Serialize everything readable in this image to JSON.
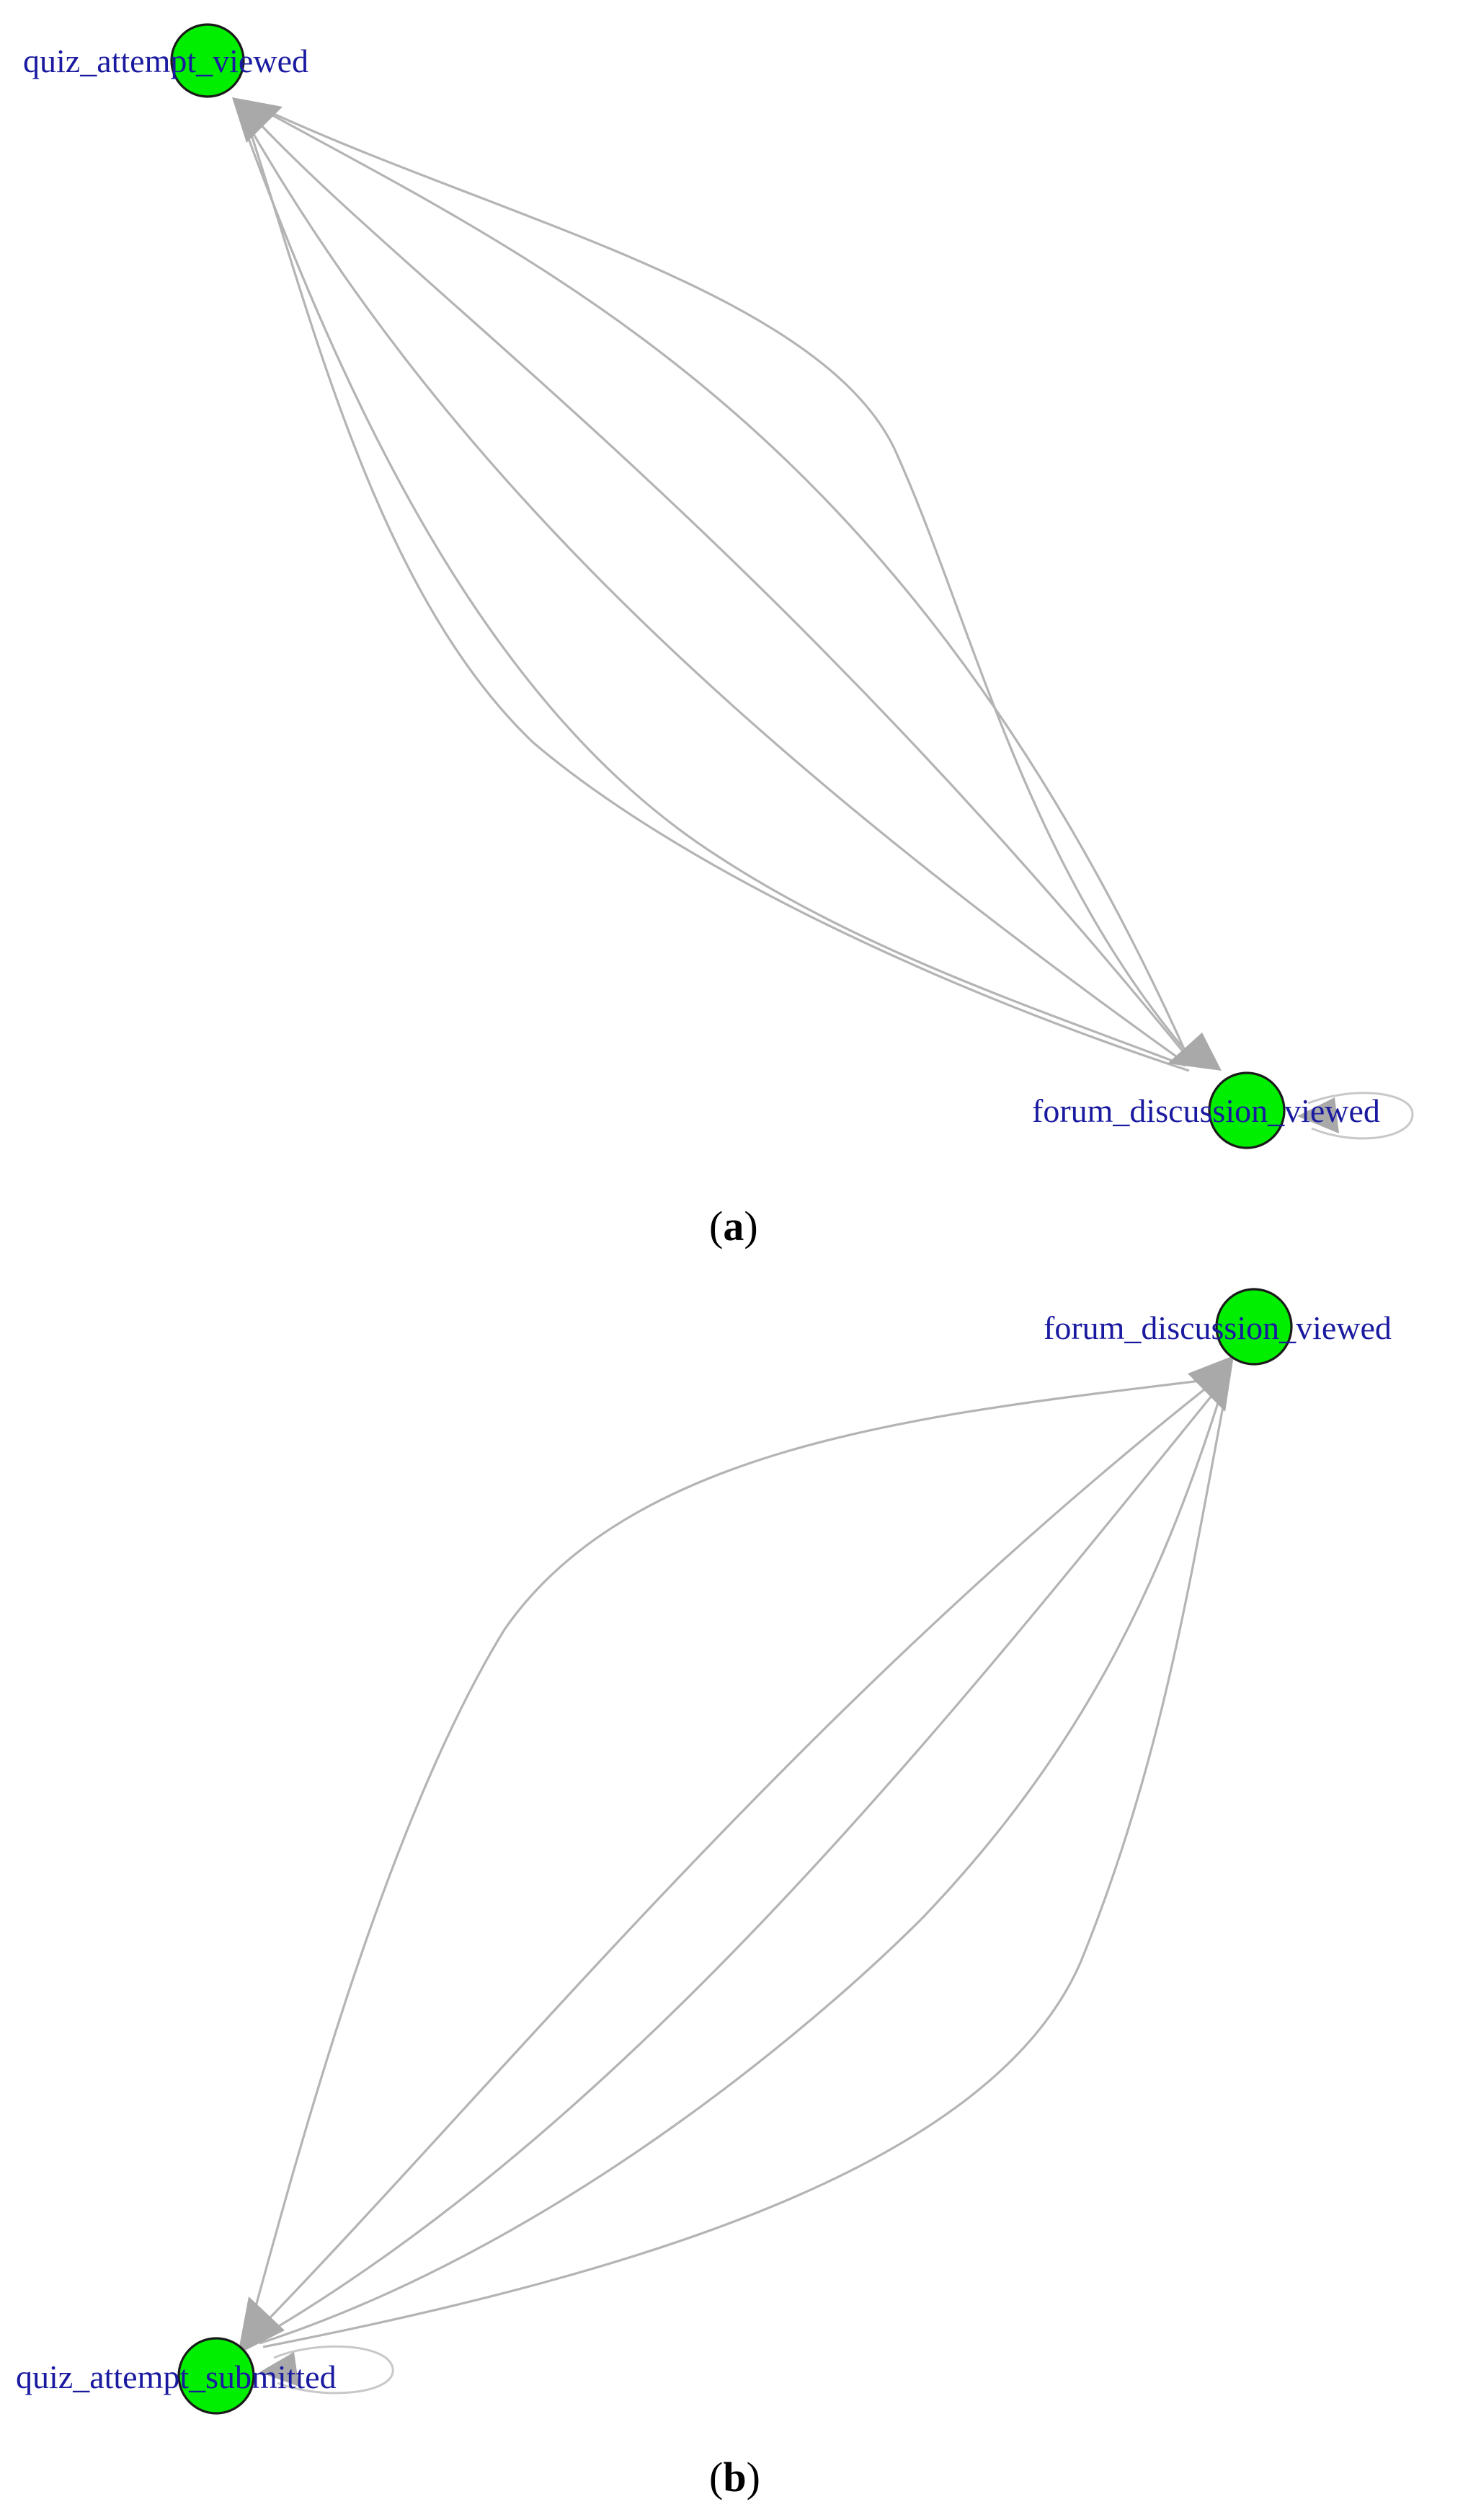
{
  "panels": [
    {
      "id": "a",
      "caption_letter": "a",
      "nodes": [
        {
          "id": "quiz_attempt_viewed",
          "label": "quiz_attempt_viewed"
        },
        {
          "id": "forum_discussion_viewed",
          "label": "forum_discussion_viewed"
        }
      ],
      "edges": [
        {
          "from": "forum_discussion_viewed",
          "to": "quiz_attempt_viewed",
          "count": 3
        },
        {
          "from": "quiz_attempt_viewed",
          "to": "forum_discussion_viewed",
          "count": 3
        },
        {
          "from": "forum_discussion_viewed",
          "to": "forum_discussion_viewed",
          "count": 1
        }
      ]
    },
    {
      "id": "b",
      "caption_letter": "b",
      "nodes": [
        {
          "id": "forum_discussion_viewed",
          "label": "forum_discussion_viewed"
        },
        {
          "id": "quiz_attempt_submitted",
          "label": "quiz_attempt_submitted"
        }
      ],
      "edges": [
        {
          "from": "quiz_attempt_submitted",
          "to": "forum_discussion_viewed",
          "count": 3
        },
        {
          "from": "forum_discussion_viewed",
          "to": "quiz_attempt_submitted",
          "count": 2
        },
        {
          "from": "quiz_attempt_submitted",
          "to": "quiz_attempt_submitted",
          "count": 1
        }
      ]
    }
  ],
  "colors": {
    "node_fill": "#00ee00",
    "node_stroke": "#1a1a1a",
    "edge": "#b4b4b4",
    "arrow": "#a9a9a9",
    "label": "#1a1aa0"
  }
}
